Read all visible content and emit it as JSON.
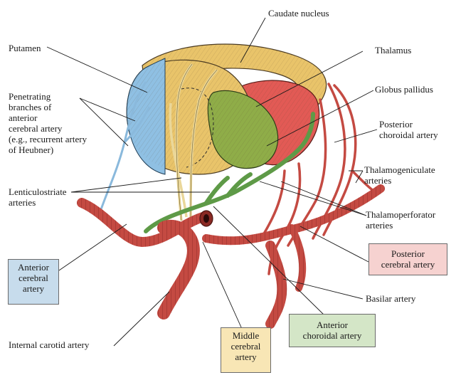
{
  "labels": {
    "caudate": "Caudate nucleus",
    "putamen": "Putamen",
    "thalamus": "Thalamus",
    "globus": "Globus pallidus",
    "penetrating": [
      "Penetrating",
      "branches of",
      "anterior",
      "cerebral artery",
      "(e.g., recurrent artery",
      "of Heubner)"
    ],
    "posterior_choroidal": [
      "Posterior",
      "choroidal artery"
    ],
    "thalamogeniculate": [
      "Thalamogeniculate",
      "arteries"
    ],
    "lenticulostriate": [
      "Lenticulostriate",
      "arteries"
    ],
    "thalamoperforator": [
      "Thalamoperforator",
      "arteries"
    ],
    "basilar": "Basilar artery",
    "internal_carotid": "Internal carotid artery"
  },
  "boxes": {
    "anterior_cerebral": {
      "lines": [
        "Anterior",
        "cerebral",
        "artery"
      ],
      "color": "#c7dcec"
    },
    "posterior_cerebral": {
      "lines": [
        "Posterior",
        "cerebral artery"
      ],
      "color": "#f6d2d0"
    },
    "middle_cerebral": {
      "lines": [
        "Middle",
        "cerebral",
        "artery"
      ],
      "color": "#f8e6b5"
    },
    "anterior_choroidal": {
      "lines": [
        "Anterior",
        "choroidal artery"
      ],
      "color": "#d4e6c7"
    }
  },
  "colors": {
    "caudate": "#e9c46a",
    "putamen_blue": "#8fc0e3",
    "thalamus_red": "#e25a55",
    "globus_green": "#8fad48",
    "artery_red": "#c44a42",
    "green_vessel": "#5e9a47",
    "blue_vessel": "#8ab9dc",
    "yellow_vessel": "#ead79a"
  }
}
